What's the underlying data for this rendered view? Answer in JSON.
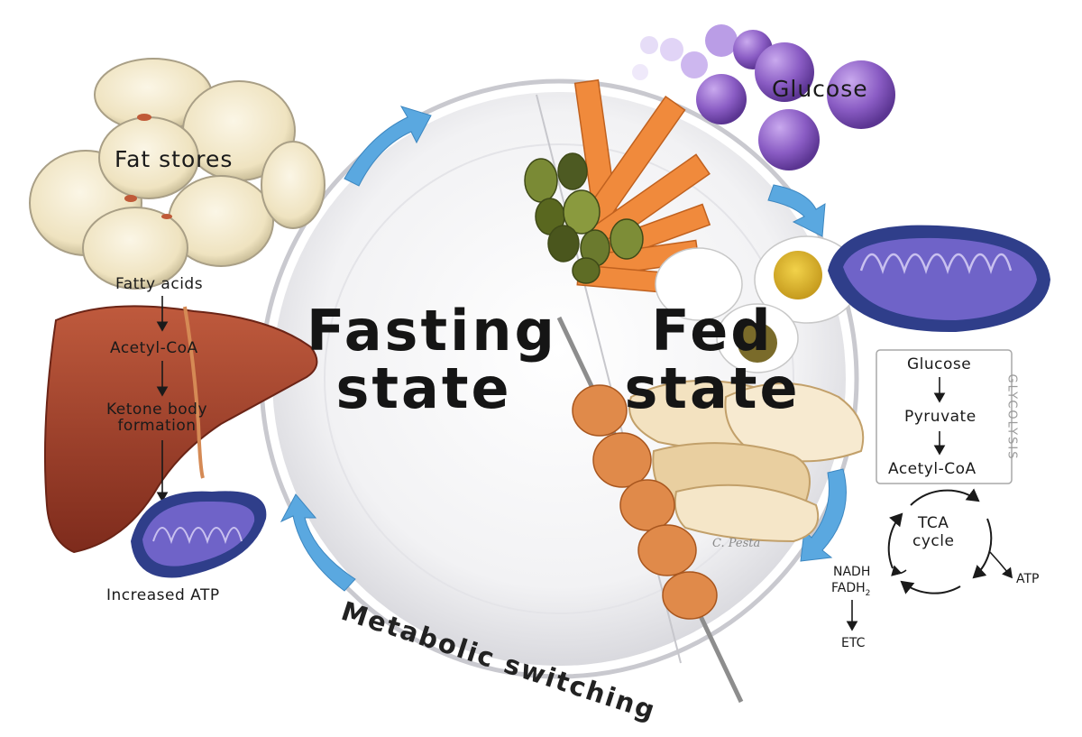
{
  "diagram": {
    "center": {
      "left_title": "Fasting\nstate",
      "right_title": "Fed\nstate"
    },
    "arc_caption": "Metabolic switching",
    "fat_stores": {
      "label": "Fat stores",
      "pathway": [
        "Fatty acids",
        "Acetyl-CoA",
        "Ketone body\nformation"
      ],
      "result": "Increased ATP"
    },
    "glucose_label": "Glucose",
    "glycolysis": {
      "side_label": "GLYCOLYSIS",
      "steps": [
        "Glucose",
        "Pyruvate",
        "Acetyl-CoA"
      ]
    },
    "tca": {
      "label": "TCA\ncycle",
      "outputs": {
        "nadh": "NADH",
        "fadh": "FADH",
        "fadh_sub": "2",
        "atp": "ATP",
        "etc": "ETC"
      }
    },
    "signature": "C. Pesta"
  },
  "colors": {
    "arrow_blue": "#5aa8e0",
    "carrot": "#f08a3c",
    "olive": "#6b7a2e",
    "liver": "#a9452c",
    "mito_outer": "#2f3e8a",
    "mito_inner": "#6f63c8",
    "glucose": "#8a5cc4",
    "fat_cell": "#f3ead2"
  }
}
